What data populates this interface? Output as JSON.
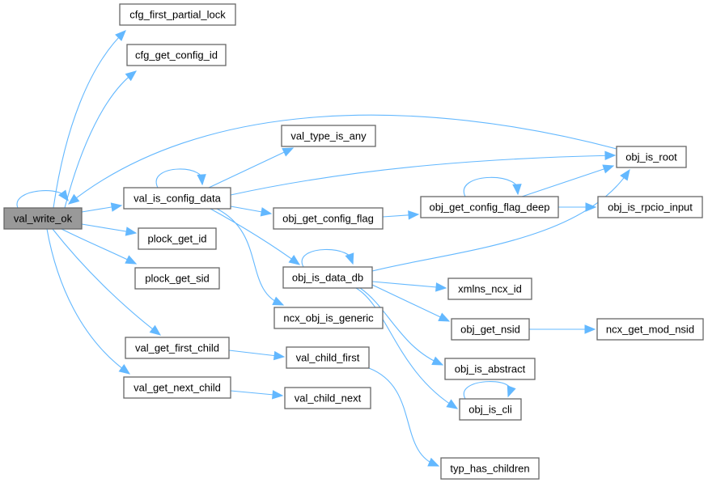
{
  "graph": {
    "type": "call-graph",
    "edge_color": "#63b8ff",
    "root_fill": "#999999",
    "node_border": "#666666",
    "nodes": [
      {
        "id": "val_write_ok",
        "label": "val_write_ok",
        "root": true
      },
      {
        "id": "cfg_first_partial_lock",
        "label": "cfg_first_partial_lock"
      },
      {
        "id": "cfg_get_config_id",
        "label": "cfg_get_config_id"
      },
      {
        "id": "obj_is_root",
        "label": "obj_is_root"
      },
      {
        "id": "val_is_config_data",
        "label": "val_is_config_data"
      },
      {
        "id": "plock_get_id",
        "label": "plock_get_id"
      },
      {
        "id": "plock_get_sid",
        "label": "plock_get_sid"
      },
      {
        "id": "val_get_first_child",
        "label": "val_get_first_child"
      },
      {
        "id": "val_get_next_child",
        "label": "val_get_next_child"
      },
      {
        "id": "val_type_is_any",
        "label": "val_type_is_any"
      },
      {
        "id": "obj_get_config_flag",
        "label": "obj_get_config_flag"
      },
      {
        "id": "obj_is_data_db",
        "label": "obj_is_data_db"
      },
      {
        "id": "ncx_obj_is_generic",
        "label": "ncx_obj_is_generic"
      },
      {
        "id": "val_child_first",
        "label": "val_child_first"
      },
      {
        "id": "val_child_next",
        "label": "val_child_next"
      },
      {
        "id": "obj_get_config_flag_deep",
        "label": "obj_get_config_flag_deep"
      },
      {
        "id": "obj_is_rpcio_input",
        "label": "obj_is_rpcio_input"
      },
      {
        "id": "xmlns_ncx_id",
        "label": "xmlns_ncx_id"
      },
      {
        "id": "obj_get_nsid",
        "label": "obj_get_nsid"
      },
      {
        "id": "ncx_get_mod_nsid",
        "label": "ncx_get_mod_nsid"
      },
      {
        "id": "obj_is_abstract",
        "label": "obj_is_abstract"
      },
      {
        "id": "obj_is_cli",
        "label": "obj_is_cli"
      },
      {
        "id": "typ_has_children",
        "label": "typ_has_children"
      }
    ],
    "edges": [
      {
        "from": "val_write_ok",
        "to": "val_write_ok"
      },
      {
        "from": "val_write_ok",
        "to": "cfg_first_partial_lock"
      },
      {
        "from": "val_write_ok",
        "to": "cfg_get_config_id"
      },
      {
        "from": "obj_is_root",
        "to": "val_write_ok"
      },
      {
        "from": "val_write_ok",
        "to": "val_is_config_data"
      },
      {
        "from": "val_write_ok",
        "to": "plock_get_id"
      },
      {
        "from": "val_write_ok",
        "to": "plock_get_sid"
      },
      {
        "from": "val_write_ok",
        "to": "val_get_first_child"
      },
      {
        "from": "val_write_ok",
        "to": "val_get_next_child"
      },
      {
        "from": "val_is_config_data",
        "to": "val_is_config_data"
      },
      {
        "from": "val_is_config_data",
        "to": "val_type_is_any"
      },
      {
        "from": "val_is_config_data",
        "to": "obj_is_root"
      },
      {
        "from": "val_is_config_data",
        "to": "obj_get_config_flag"
      },
      {
        "from": "val_is_config_data",
        "to": "obj_is_data_db"
      },
      {
        "from": "val_is_config_data",
        "to": "ncx_obj_is_generic"
      },
      {
        "from": "obj_get_config_flag",
        "to": "obj_get_config_flag_deep"
      },
      {
        "from": "obj_get_config_flag_deep",
        "to": "obj_get_config_flag_deep"
      },
      {
        "from": "obj_get_config_flag_deep",
        "to": "obj_is_root"
      },
      {
        "from": "obj_get_config_flag_deep",
        "to": "obj_is_rpcio_input"
      },
      {
        "from": "obj_is_data_db",
        "to": "obj_is_data_db"
      },
      {
        "from": "obj_is_data_db",
        "to": "obj_is_root"
      },
      {
        "from": "obj_is_data_db",
        "to": "xmlns_ncx_id"
      },
      {
        "from": "obj_is_data_db",
        "to": "obj_get_nsid"
      },
      {
        "from": "obj_is_data_db",
        "to": "obj_is_abstract"
      },
      {
        "from": "obj_is_data_db",
        "to": "obj_is_cli"
      },
      {
        "from": "obj_get_nsid",
        "to": "ncx_get_mod_nsid"
      },
      {
        "from": "obj_is_cli",
        "to": "obj_is_cli"
      },
      {
        "from": "val_get_first_child",
        "to": "val_child_first"
      },
      {
        "from": "val_get_next_child",
        "to": "val_child_next"
      },
      {
        "from": "val_child_first",
        "to": "typ_has_children"
      }
    ]
  }
}
